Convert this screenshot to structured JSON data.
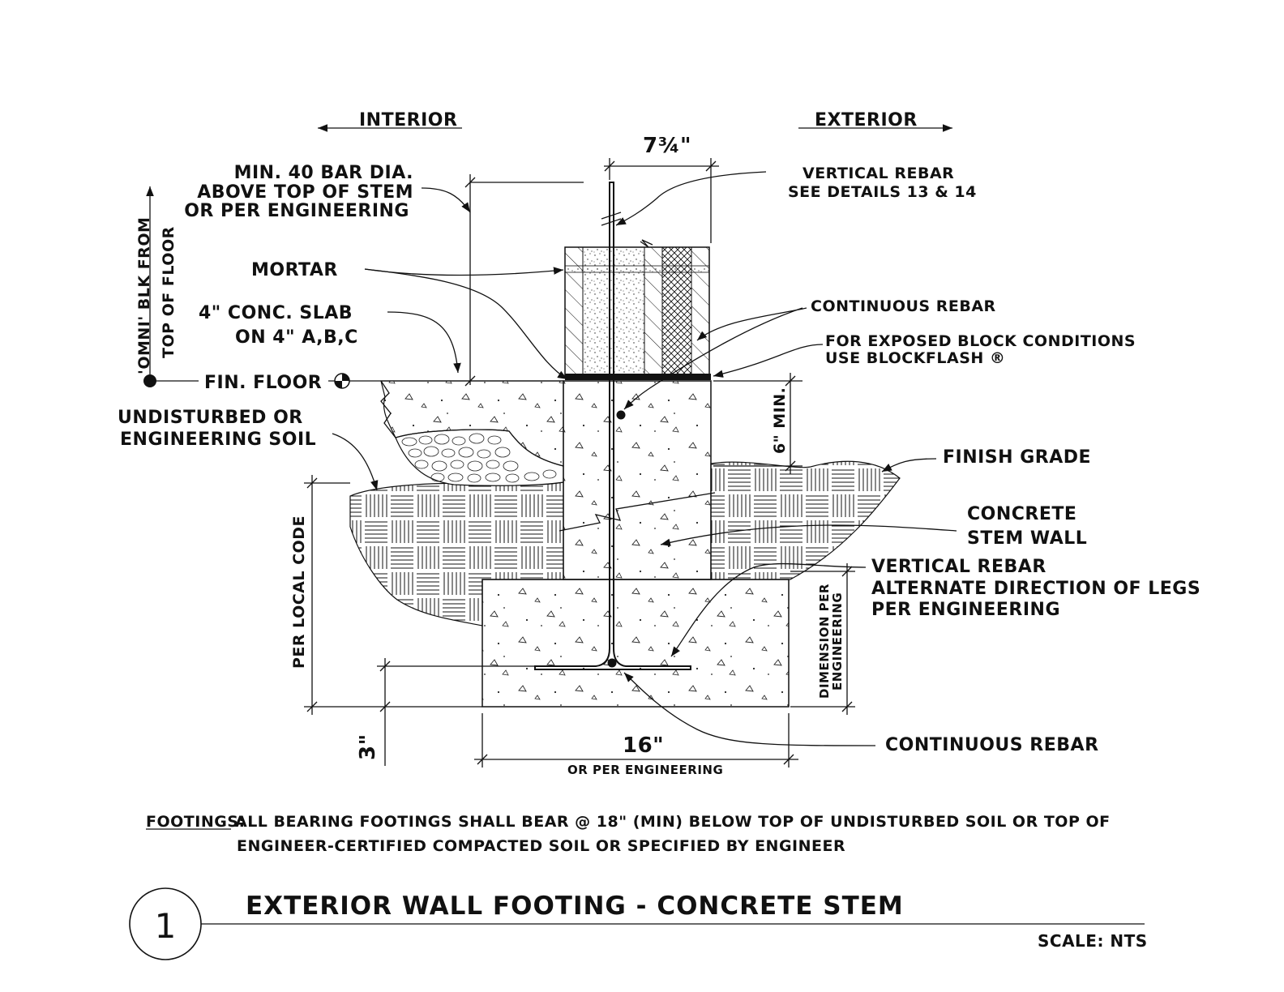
{
  "labels": {
    "interior": "INTERIOR",
    "exterior": "EXTERIOR",
    "dim_top": "7¾\"",
    "min_40_bar": [
      "MIN. 40 BAR DIA.",
      "ABOVE TOP OF STEM",
      "OR PER ENGINEERING"
    ],
    "vertical_rebar_top": [
      "VERTICAL REBAR",
      "SEE DETAILS 13 & 14"
    ],
    "omni_blk": [
      "'OMNI' BLK FROM",
      "TOP OF FLOOR"
    ],
    "mortar": "MORTAR",
    "conc_slab": [
      "4\" CONC. SLAB",
      "ON 4\" A,B,C"
    ],
    "continuous_rebar_top": "CONTINUOUS REBAR",
    "exposed_block": [
      "FOR EXPOSED BLOCK CONDITIONS",
      "USE BLOCKFLASH ®"
    ],
    "fin_floor": "FIN. FLOOR",
    "six_min": "6\" MIN.",
    "undisturbed_soil": [
      "UNDISTURBED OR",
      "ENGINEERING SOIL"
    ],
    "finish_grade": "FINISH GRADE",
    "concrete_stem_wall": [
      "CONCRETE",
      "STEM WALL"
    ],
    "vertical_rebar_alt": [
      "VERTICAL REBAR",
      "ALTERNATE DIRECTION OF LEGS",
      "PER ENGINEERING"
    ],
    "per_local_code": "PER LOCAL CODE",
    "dimension_per_engineering": [
      "DIMENSION PER",
      "ENGINEERING"
    ],
    "three_inch": "3\"",
    "sixteen_inch": "16\"",
    "or_per_engineering": "OR PER ENGINEERING",
    "continuous_rebar_bottom": "CONTINUOUS REBAR"
  },
  "notes": {
    "footings_label": "FOOTINGS:",
    "footings_line1": "ALL BEARING FOOTINGS SHALL BEAR @ 18\" (MIN) BELOW TOP OF UNDISTURBED SOIL OR TOP OF",
    "footings_line2": "ENGINEER-CERTIFIED COMPACTED SOIL OR SPECIFIED BY ENGINEER"
  },
  "title_block": {
    "detail_number": "1",
    "title": "EXTERIOR WALL FOOTING - CONCRETE STEM",
    "scale": "SCALE: NTS"
  }
}
